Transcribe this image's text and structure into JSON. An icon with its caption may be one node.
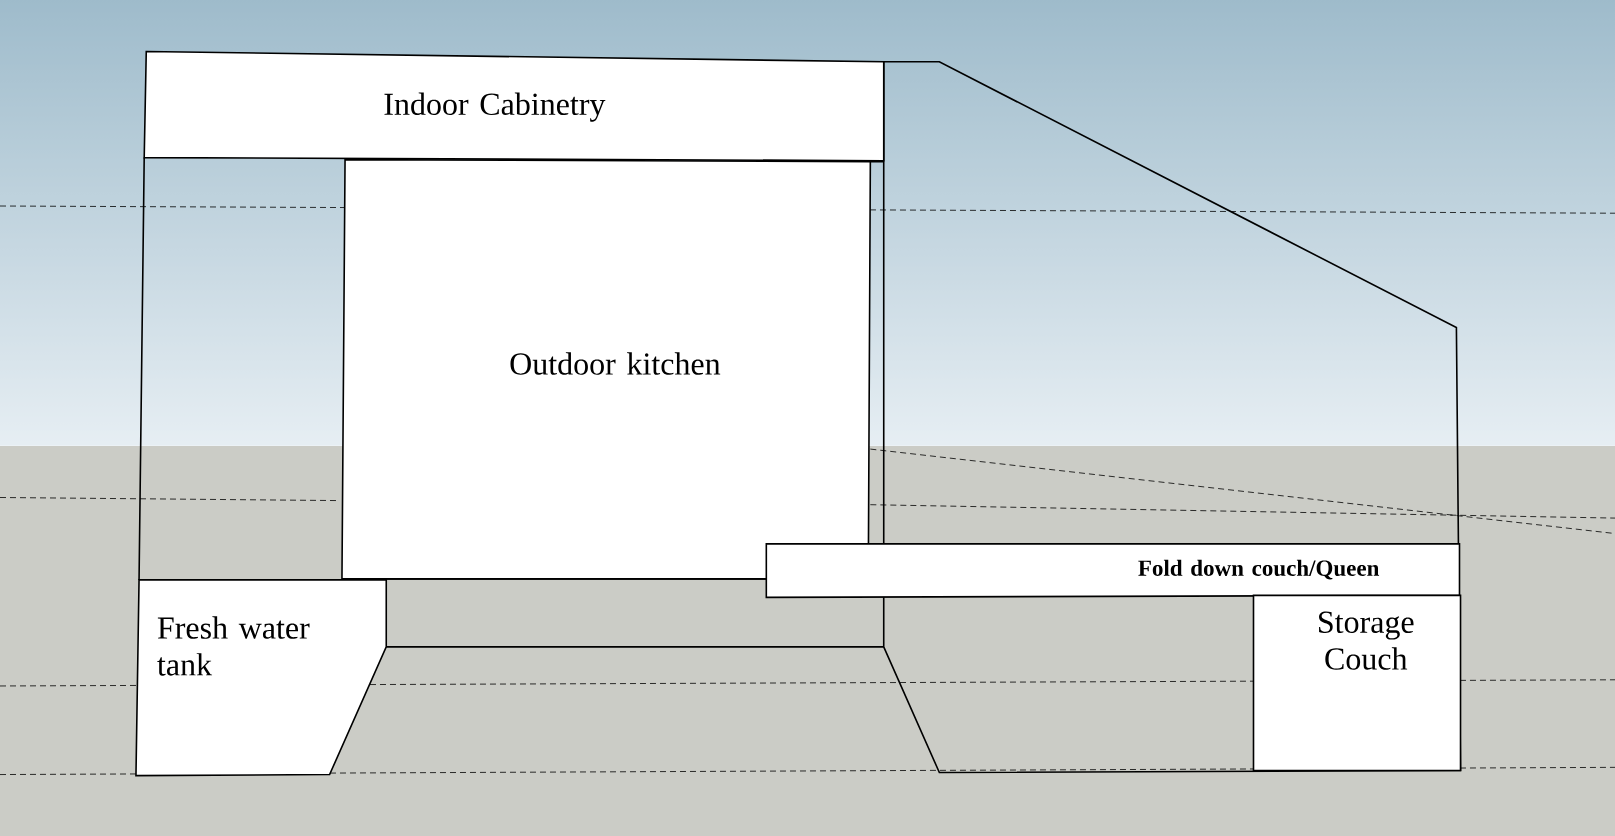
{
  "diagram": {
    "nodes": [
      {
        "text": [
          "Indoor Cabinetry"
        ]
      },
      {
        "text": [
          "Outdoor kitchen"
        ]
      },
      {
        "text": [
          "Fold down couch/Queen"
        ]
      },
      {
        "text": [
          "Fresh water tank"
        ]
      },
      {
        "text": [
          "Storage Couch"
        ]
      }
    ]
  }
}
